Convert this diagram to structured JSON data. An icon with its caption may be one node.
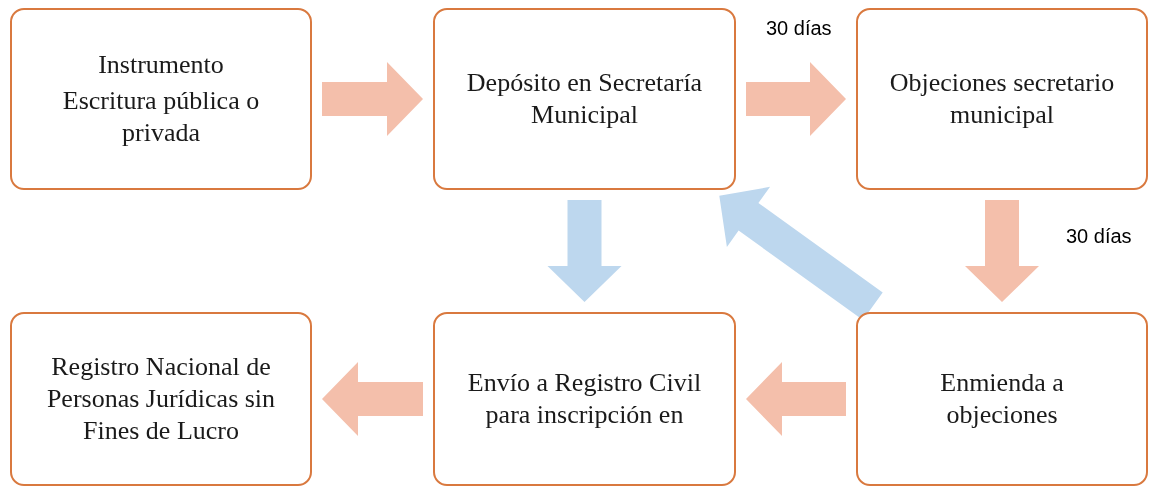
{
  "diagram": {
    "nodes": [
      {
        "text": [
          "Instrumento",
          "Escritura pública o privada"
        ]
      },
      {
        "text": [
          "Depósito en Secretaría Municipal"
        ]
      },
      {
        "text": [
          "Objeciones secretario municipal"
        ]
      },
      {
        "text": [
          "Registro Nacional de Personas Jurídicas sin Fines de Lucro"
        ]
      },
      {
        "text": [
          "Envío a Registro Civil para inscripción en"
        ]
      },
      {
        "text": [
          "Enmienda a objeciones"
        ]
      }
    ],
    "edges": [
      {
        "from": 0,
        "to": 1,
        "arrow": "to",
        "style": "thick"
      },
      {
        "from": 1,
        "to": 2,
        "arrow": "to",
        "label": "30 días",
        "style": "thick"
      },
      {
        "from": 2,
        "to": 5,
        "arrow": "to",
        "label": "30 días",
        "style": "thick"
      },
      {
        "from": 1,
        "to": 4,
        "arrow": "to",
        "style": "thick",
        "color": "#bdd7ee"
      },
      {
        "from": 5,
        "to": 1,
        "arrow": "to",
        "style": "thick",
        "color": "#bdd7ee"
      },
      {
        "from": 5,
        "to": 4,
        "arrow": "to",
        "style": "thick"
      },
      {
        "from": 4,
        "to": 3,
        "arrow": "to",
        "style": "thick"
      }
    ]
  }
}
